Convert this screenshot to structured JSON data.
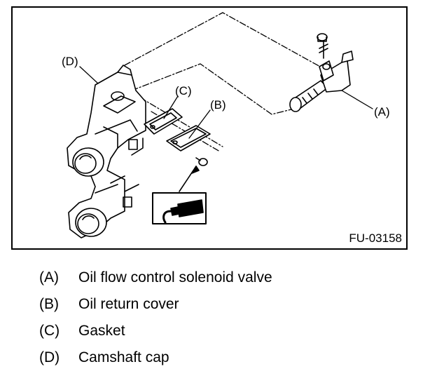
{
  "figure": {
    "id": "FU-03158",
    "callouts": {
      "a": "(A)",
      "b": "(B)",
      "c": "(C)",
      "d": "(D)"
    }
  },
  "legend": [
    {
      "key": "(A)",
      "label": "Oil flow control solenoid valve"
    },
    {
      "key": "(B)",
      "label": "Oil return cover"
    },
    {
      "key": "(C)",
      "label": "Gasket"
    },
    {
      "key": "(D)",
      "label": "Camshaft cap"
    }
  ],
  "icons": {
    "sealant": "sealant-bottle-icon"
  }
}
